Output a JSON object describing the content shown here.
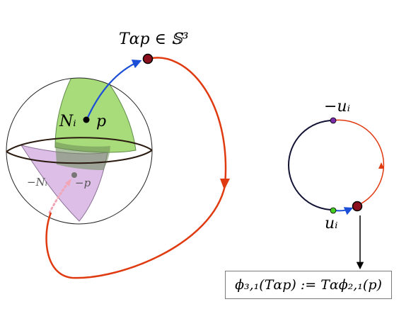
{
  "labels": {
    "t_alpha_p": "Tαp ∈ 𝕊³",
    "n_i": "Nᵢ",
    "p": "p",
    "neg_n_i": "−Nᵢ",
    "neg_p": "−p",
    "neg_u_i": "−uᵢ",
    "u_i": "uᵢ"
  },
  "formula": "ϕ₃,₁(Tαp) := Tαϕ₂,₁(p)",
  "colors": {
    "green_region": "#9fd86b",
    "purple_region": "#d6b3e3",
    "red_curve": "#e03a10",
    "blue_arrow": "#1c4fd8",
    "dark_red_point": "#8b0f1c",
    "circle_dark": "#111133",
    "point_purple": "#7a2ba8",
    "point_green": "#44cc22",
    "pink_dotted": "#f2a5b5"
  }
}
